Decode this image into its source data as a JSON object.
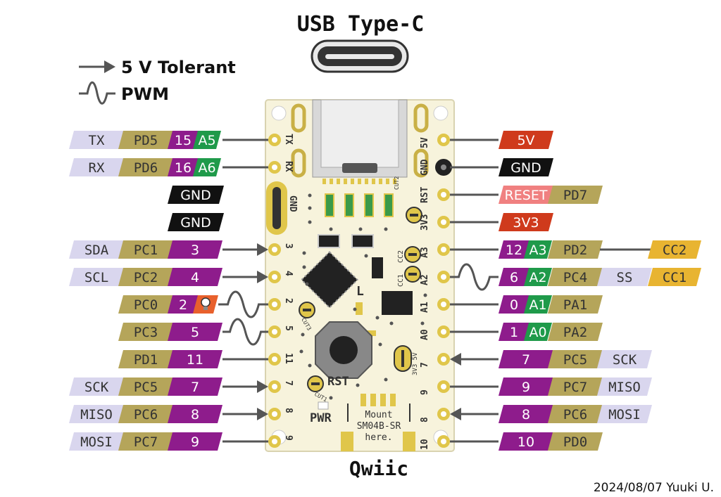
{
  "title": "USB Type-C",
  "footer_label": "Qwiic",
  "credit": "2024/08/07 Yuuki U.",
  "legend": {
    "tolerant": "5 V Tolerant",
    "pwm": "PWM"
  },
  "colors": {
    "board": "#f7f3dc",
    "board_edge": "#d9d3b0",
    "pad": "#e0c64a",
    "port_label": "#b5a55a",
    "arduino_num": "#8e1c8c",
    "analog": "#1f9a4a",
    "function": "#d9d6ee",
    "power_5v": "#cf3a1c",
    "power_3v3": "#cf3a1c",
    "gnd": "#111111",
    "reset": "#f08080",
    "cc": "#e8b431",
    "led_icon": "#e8602c",
    "arrow": "#555555"
  },
  "board_text": {
    "mount": "Mount",
    "module": "SM04B-SR",
    "here": "here.",
    "rst": "RST",
    "pwr": "PWR",
    "led": "L",
    "gnd": "GND",
    "cut1": "CUT1",
    "cut2": "CUT2",
    "cut3": "CUT3",
    "cc1": "CC1",
    "cc2": "CC2",
    "jumper": "3V3 5V"
  },
  "silk_left": [
    "TX",
    "RX",
    "",
    "",
    "3",
    "4",
    "2",
    "5",
    "11",
    "7",
    "8",
    "9"
  ],
  "silk_right": [
    "5V",
    "GND",
    "RST",
    "3V3",
    "A3",
    "A2",
    "A1",
    "A0",
    "7",
    "9",
    "8",
    "10"
  ],
  "left_pins": [
    {
      "func": "TX",
      "port": "PD5",
      "num": "15",
      "analog": "A5"
    },
    {
      "func": "RX",
      "port": "PD6",
      "num": "16",
      "analog": "A6"
    },
    {
      "power": "GND"
    },
    {
      "power": "GND"
    },
    {
      "func": "SDA",
      "port": "PC1",
      "num": "3",
      "tolerant": true
    },
    {
      "func": "SCL",
      "port": "PC2",
      "num": "4",
      "tolerant": true
    },
    {
      "port": "PC0",
      "num": "2",
      "led": true,
      "pwm": true
    },
    {
      "port": "PC3",
      "num": "5",
      "pwm": true
    },
    {
      "port": "PD1",
      "num": "11"
    },
    {
      "func": "SCK",
      "port": "PC5",
      "num": "7",
      "tolerant": true
    },
    {
      "func": "MISO",
      "port": "PC6",
      "num": "8",
      "tolerant": true
    },
    {
      "func": "MOSI",
      "port": "PC7",
      "num": "9"
    }
  ],
  "right_pins": [
    {
      "power": "5V"
    },
    {
      "power": "GND"
    },
    {
      "reset": "RESET",
      "port": "PD7"
    },
    {
      "power": "3V3"
    },
    {
      "num": "12",
      "analog": "A3",
      "port": "PD2",
      "cc": "CC2"
    },
    {
      "num": "6",
      "analog": "A2",
      "port": "PC4",
      "func": "SS",
      "cc": "CC1",
      "pwm": true
    },
    {
      "num": "0",
      "analog": "A1",
      "port": "PA1"
    },
    {
      "num": "1",
      "analog": "A0",
      "port": "PA2"
    },
    {
      "num": "7",
      "port": "PC5",
      "func": "SCK",
      "tolerant": true
    },
    {
      "num": "9",
      "port": "PC7",
      "func": "MISO"
    },
    {
      "num": "8",
      "port": "PC6",
      "func": "MOSI",
      "tolerant": true
    },
    {
      "num": "10",
      "port": "PD0"
    }
  ]
}
